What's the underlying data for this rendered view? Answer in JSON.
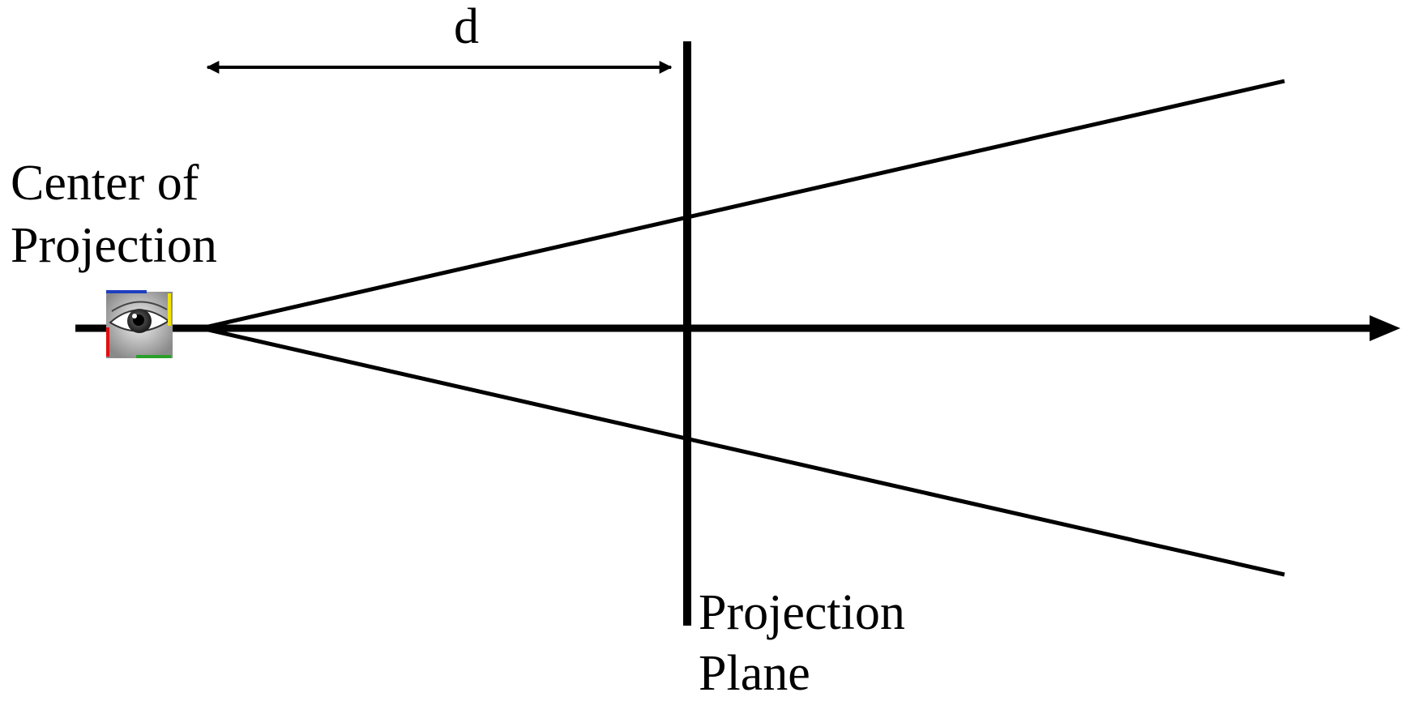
{
  "labels": {
    "distance": "d",
    "center_of_projection": [
      "Center of",
      "Projection"
    ],
    "projection_plane": [
      "Projection",
      "Plane"
    ]
  },
  "icons": {
    "viewer": "eye-icon"
  },
  "colors": {
    "stroke": "#000000",
    "background": "#ffffff",
    "icon_frame_top": "#1f3fbf",
    "icon_frame_left": "#e01010",
    "icon_frame_right": "#f2e400",
    "icon_frame_bottom": "#2aa02a"
  }
}
